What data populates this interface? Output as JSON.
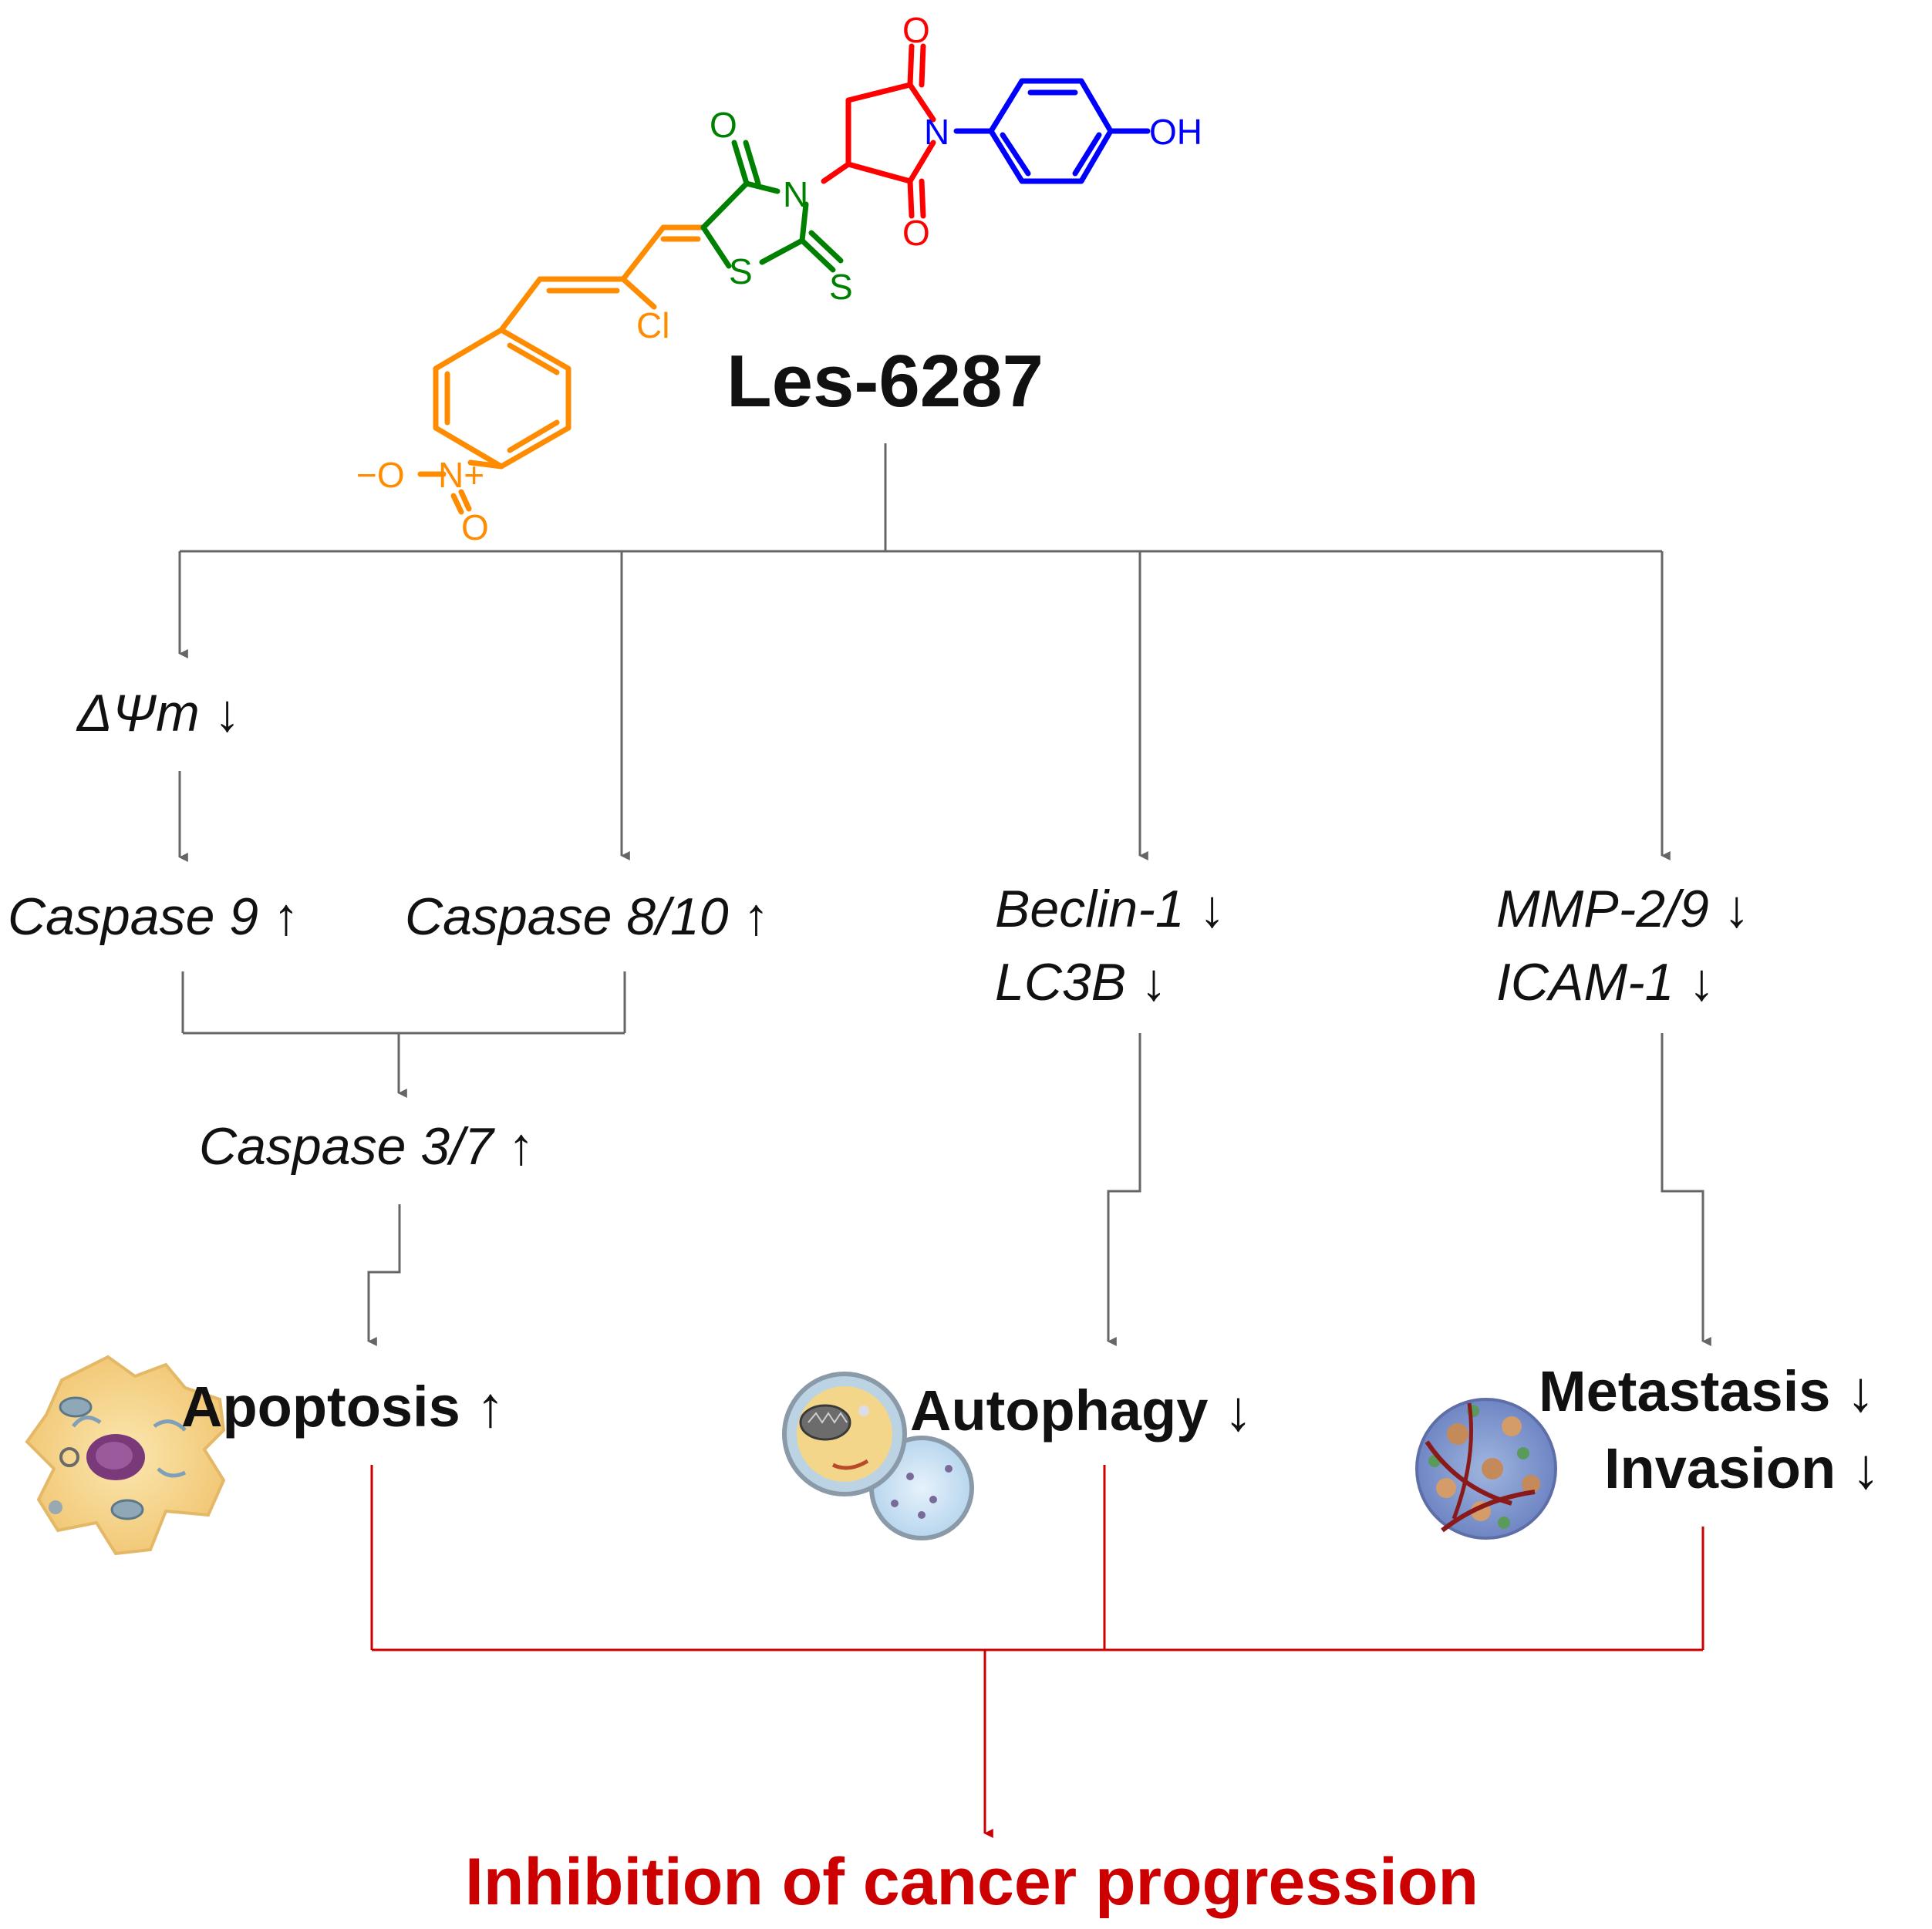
{
  "compound": {
    "name": "Les-6287",
    "atoms": {
      "o_top_succinimide": "O",
      "o_bottom_succinimide": "O",
      "n_succinimide": "N",
      "oh": "OH",
      "o_thiazolidinone": "O",
      "n_thiazolidinone": "N",
      "s_ring": "S",
      "s_thione": "S",
      "cl": "Cl",
      "nitro_o_minus": "−O",
      "nitro_n_plus": "N+",
      "nitro_o": "O"
    },
    "colors": {
      "nitrophenyl": "#ff8c00",
      "rhodanine": "#008000",
      "succinimide": "#ff0000",
      "hydroxyphenyl": "#0000ff"
    }
  },
  "pathway": {
    "delta_psi_m": "ΔΨm ↓",
    "caspase9": "Caspase 9 ↑",
    "caspase8_10": "Caspase 8/10 ↑",
    "beclin1": "Beclin-1 ↓",
    "lc3b": "LC3B ↓",
    "mmp2_9": "MMP-2/9 ↓",
    "icam1": "ICAM-1 ↓",
    "caspase3_7": "Caspase 3/7 ↑"
  },
  "outcomes": {
    "apoptosis": "Apoptosis ↑",
    "autophagy": "Autophagy ↓",
    "metastasis": "Metastasis ↓",
    "invasion": "Invasion ↓"
  },
  "conclusion": "Inhibition of cancer progression",
  "colors": {
    "arrow_gray": "#666666",
    "final_red": "#cc0000",
    "text": "#111111"
  },
  "icons": {
    "apoptosis": "apoptotic-cell-icon",
    "autophagy": "autophagosome-icon",
    "metastasis": "tumor-cell-cluster-icon"
  }
}
